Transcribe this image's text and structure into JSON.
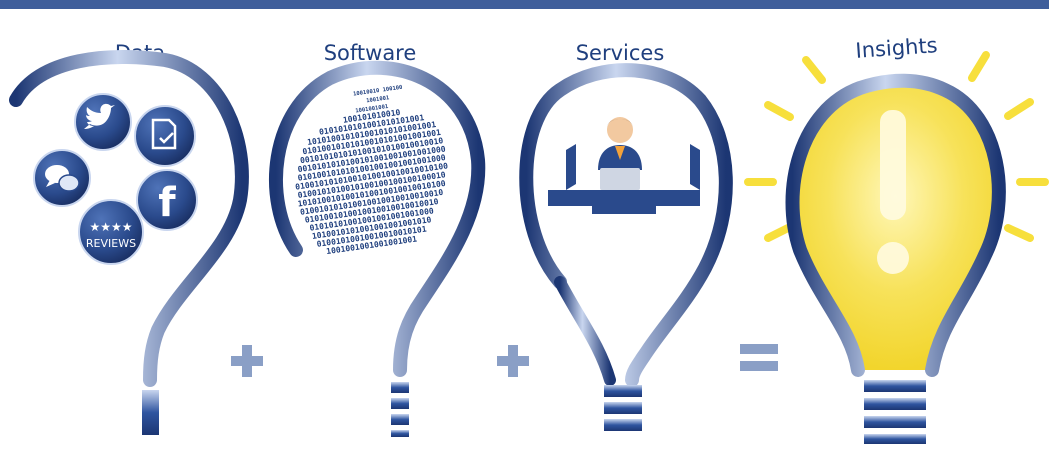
{
  "banner_color": "#3f5e9b",
  "colors": {
    "bulb_blue": "#2a4a8c",
    "bulb_light": "#c4d2ec",
    "operator": "#8a9fc6",
    "glow": "#f7df3c",
    "glow_light": "#fff7b8"
  },
  "panels": [
    {
      "title": "Data"
    },
    {
      "title": "Software"
    },
    {
      "title": "Services"
    },
    {
      "title": "Insights"
    }
  ],
  "operators": [
    "+",
    "+",
    "="
  ],
  "data_icons": [
    {
      "icon": "twitter-icon"
    },
    {
      "icon": "document-check-icon"
    },
    {
      "icon": "chat-bubbles-icon"
    },
    {
      "icon": "facebook-icon",
      "text": "f"
    },
    {
      "icon": "reviews-badge-icon",
      "stars": "★★★★",
      "text": "REVIEWS"
    }
  ],
  "binary_lines": [
    "10010010   100100",
    "1001001",
    "1001001001",
    "100101010010",
    "0101010101001010101001",
    "101010010101001010101001001",
    "01010010101010010101001001001",
    "001010101010100101010010010010",
    "0010101010100101001001001001000",
    "0101001010101001001001001001000",
    "01001010101001010010010010010100",
    "0100101010010100100100100100010",
    "1010100101001010010010010010100",
    "010010101010010010010010010010",
    "0101001010010010010010010010",
    "01010101001001001001001000",
    "1010010101001001001001010",
    "01001010010010010010101",
    "1001001001001001001"
  ]
}
